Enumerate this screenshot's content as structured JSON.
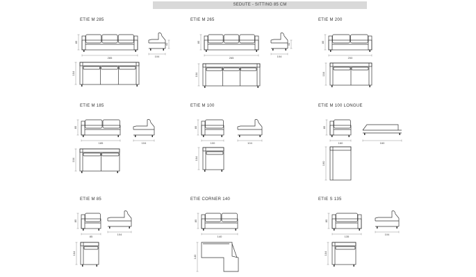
{
  "header": {
    "title": "SEDUTE - SITTING 85 CM"
  },
  "models": [
    {
      "name": "ETIE M 285",
      "width": "285",
      "depth": "104",
      "height": "85",
      "seat_height": "41",
      "plan_depth": "104"
    },
    {
      "name": "ETIE M 265",
      "width": "265",
      "depth": "104",
      "height": "85",
      "seat_height": "41",
      "plan_depth": "104"
    },
    {
      "name": "ETIE M 200",
      "width": "200",
      "height": "85",
      "plan_depth": "104"
    },
    {
      "name": "ETIE M 185",
      "width": "185",
      "depth": "104",
      "height": "85",
      "plan_depth": "104"
    },
    {
      "name": "ETIE M 100",
      "width": "100",
      "depth": "104",
      "height": "85",
      "plan_depth": "104"
    },
    {
      "name": "ETIE M 100 LONGUE",
      "width": "160",
      "height": "85",
      "plan_depth": "160"
    },
    {
      "name": "ETIE M 85",
      "width": "85",
      "depth": "104",
      "height": "85",
      "plan_depth": "104"
    },
    {
      "name": "ETIE CORNER 140",
      "width": "140",
      "height": "85",
      "plan_depth": "140"
    },
    {
      "name": "ETIE S 135",
      "width": "135",
      "depth": "104",
      "height": "85",
      "plan_depth": "104"
    }
  ]
}
